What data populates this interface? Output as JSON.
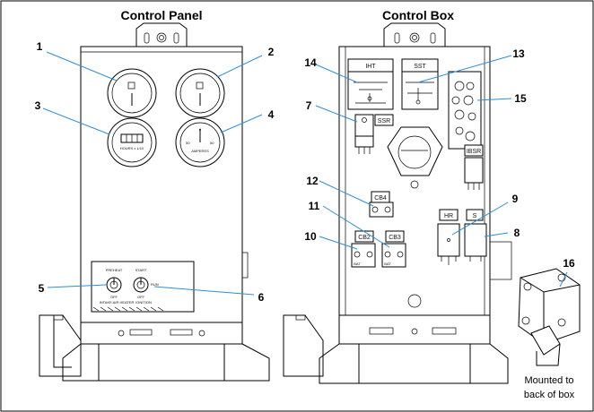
{
  "titles": {
    "control_panel": "Control Panel",
    "control_box": "Control Box"
  },
  "callouts": [
    "1",
    "2",
    "3",
    "4",
    "5",
    "6",
    "7",
    "8",
    "9",
    "10",
    "11",
    "12",
    "13",
    "14",
    "15",
    "16"
  ],
  "panel_labels": {
    "hourmeter": "HOURS x 1/10",
    "ammeter": "AMPERES",
    "ammeter_left": "50",
    "ammeter_center": "0",
    "ammeter_right": "50",
    "preheat": "PREHEAT",
    "start": "START",
    "run": "RUN",
    "off_left": "OFF",
    "off_right": "OFF",
    "intake_air_heater": "INTAKE AIR HEATER",
    "ignition": "IGNITION"
  },
  "box_labels": {
    "iht": "IHT",
    "sst": "SST",
    "ssr": "SSR",
    "ibsr": "IBSR",
    "cb4": "CB4",
    "cb3": "CB3",
    "cb2": "CB2",
    "hr": "HR",
    "s": "S",
    "bat": "BAT"
  },
  "note": {
    "line1": "Mounted to",
    "line2": "back of box"
  },
  "colors": {
    "leader": "#2a8fd6",
    "frame": "#000000"
  }
}
